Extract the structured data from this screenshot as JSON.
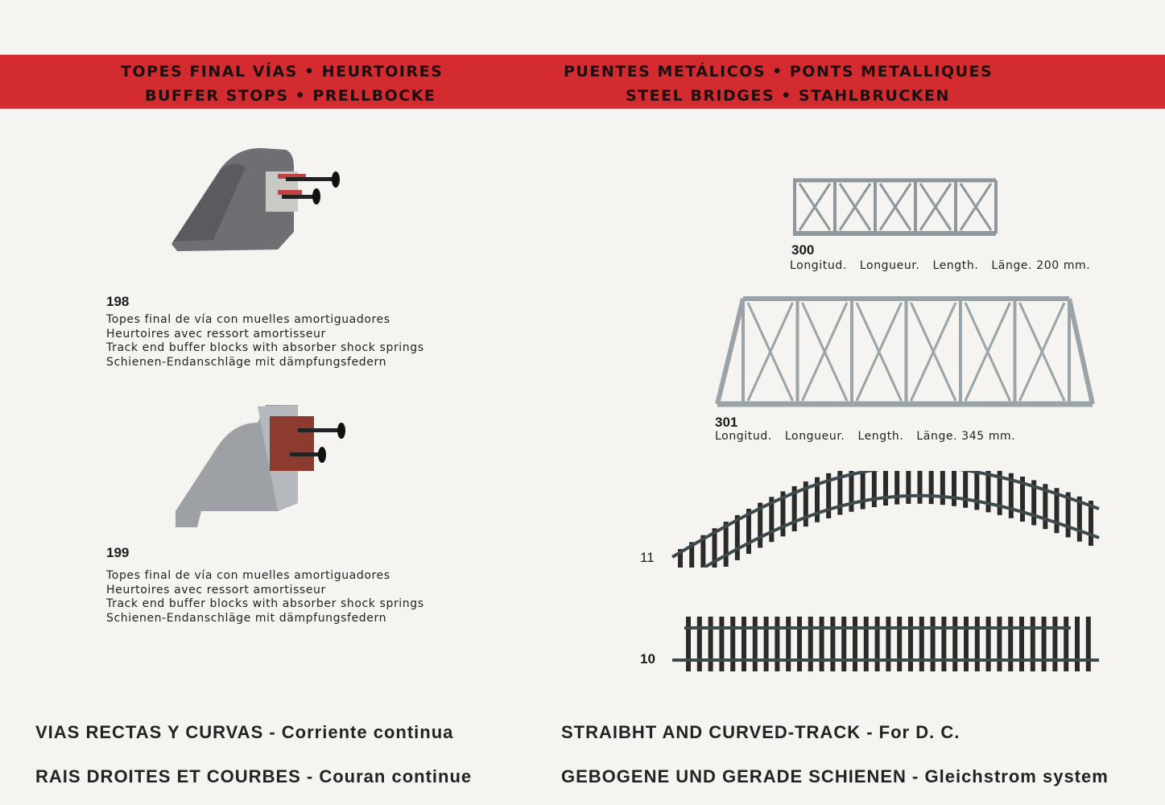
{
  "header": {
    "left_line1": "TOPES FINAL VÍAS  •  HEURTOIRES",
    "left_line2": "BUFFER STOPS  •  PRELLBOCKE",
    "right_line1": "PUENTES METÁLICOS  •  PONTS METALLIQUES",
    "right_line2": "STEEL BRIDGES  •  STAHLBRUCKEN"
  },
  "products": {
    "p198": {
      "number": "198",
      "lines": [
        "Topes final de vía con muelles amortiguadores",
        "Heurtoires avec ressort amortisseur",
        "Track end buffer blocks with absorber shock springs",
        "Schienen-Endanschläge mit dämpfungsfedern"
      ]
    },
    "p199": {
      "number": "199",
      "lines": [
        "Topes final de vía con muelles amortiguadores",
        "Heurtoires avec ressort amortisseur",
        "Track end buffer blocks with absorber shock springs",
        "Schienen-Endanschläge mit dämpfungsfedern"
      ]
    },
    "p300": {
      "number": "300",
      "labels": [
        "Longitud.",
        "Longueur.",
        "Length.",
        "Länge. 200 mm."
      ]
    },
    "p301": {
      "number": "301",
      "labels": [
        "Longitud.",
        "Longueur.",
        "Length.",
        "Länge. 345 mm."
      ]
    },
    "p11": {
      "number": "11"
    },
    "p10": {
      "number": "10"
    }
  },
  "footer": {
    "left1": "VIAS RECTAS Y CURVAS - Corriente continua",
    "left2": "RAIS DROITES ET COURBES - Couran continue",
    "right1": "STRAIBHT AND CURVED-TRACK - For D. C.",
    "right2": "GEBOGENE UND GERADE SCHIENEN - Gleichstrom system"
  }
}
